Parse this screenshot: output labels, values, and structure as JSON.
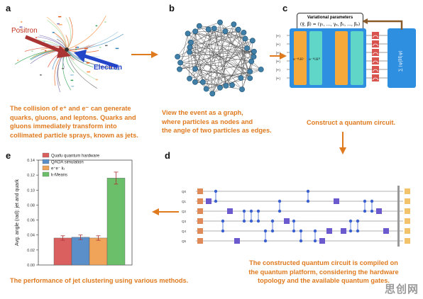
{
  "panels": {
    "a": {
      "label": "a",
      "positron": "Positron",
      "electron": "Electron",
      "caption": [
        "The collision of e⁺ and e⁻ can generate",
        "quarks, gluons, and leptons. Quarks and",
        "gluons immediately transform into",
        "collimated particle sprays, known as jets."
      ]
    },
    "b": {
      "label": "b",
      "caption": [
        "View the event as a graph,",
        "where particles as nodes and",
        "the angle of two particles as edges."
      ]
    },
    "c": {
      "label": "c",
      "param_title": "Variational parameters",
      "param_formula": "(γ⃗, β⃗) = (γ₁, …, γₚ, β₁, …, βₚ)",
      "block1": "e⁻ⁱᵝᵢHᶜ",
      "block2": "e⁻ⁱᵝᵢHᴮ",
      "measure": "∑ ⟨ψ|H|ψ⟩",
      "caption": [
        "Construct a quantum circuit."
      ]
    },
    "d": {
      "label": "d",
      "caption": [
        "The constructed quantum circuit is compiled on",
        "the quantum platform, considering the hardware",
        "topology and the available quantum gates."
      ]
    },
    "e": {
      "label": "e",
      "caption": [
        "The performance of jet clustering using various methods."
      ]
    }
  },
  "watermark": "思创网",
  "chart_data": {
    "type": "bar",
    "title": "",
    "ylabel": "Avg. angle (rad): jet and quark",
    "xlabel": "",
    "ylim": [
      0,
      0.14
    ],
    "yticks": [
      "0.00",
      "0.02",
      "0.04",
      "0.06",
      "0.08",
      "0.10",
      "0.12",
      "0.14"
    ],
    "legend_position": "top-left",
    "series": [
      {
        "name": "Quafu quantum hardware",
        "value": 0.036,
        "error": 0.003,
        "color": "#d9605e"
      },
      {
        "name": "QAOA simulation",
        "value": 0.037,
        "error": 0.003,
        "color": "#5b8fc9"
      },
      {
        "name": "e⁺e⁻ kₜ",
        "value": 0.036,
        "error": 0.003,
        "color": "#f0a45a"
      },
      {
        "name": "k-Means",
        "value": 0.116,
        "error": 0.008,
        "color": "#6cbf6a"
      }
    ]
  }
}
